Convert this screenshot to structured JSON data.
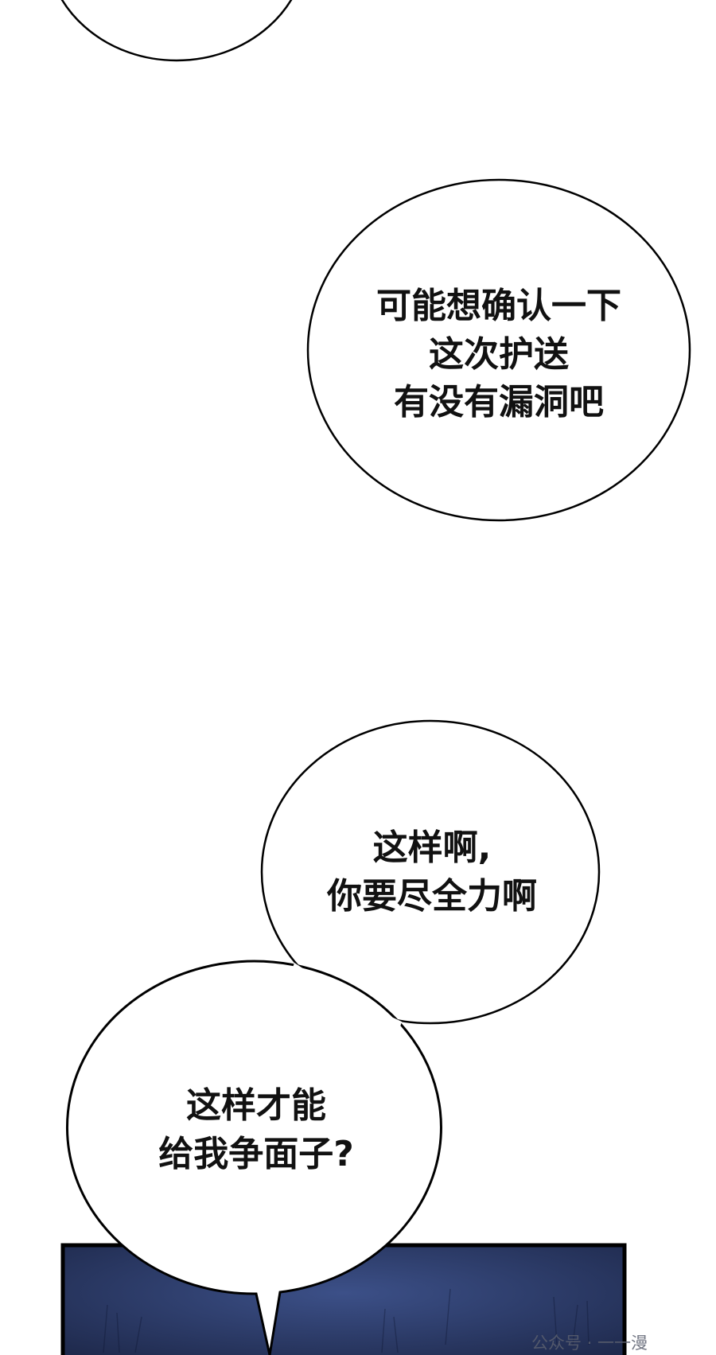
{
  "bubbles": [
    {
      "lines": []
    },
    {
      "lines": [
        "可能想确认一下",
        "这次护送",
        "有没有漏洞吧"
      ]
    },
    {
      "lines": [
        "这样啊,",
        "你要尽全力啊"
      ]
    },
    {
      "lines": [
        "这样才能",
        "给我争面子?"
      ]
    }
  ],
  "watermark": "公众号 · 一一漫",
  "colors": {
    "panel": "#2f3f6e",
    "panel_dark": "#1f2a4d",
    "ink": "#111111"
  }
}
